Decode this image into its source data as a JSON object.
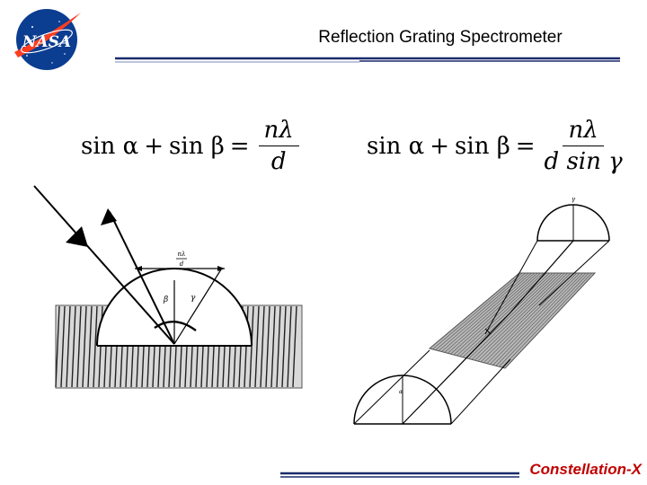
{
  "header": {
    "title": "Reflection Grating Spectrometer",
    "logo_text": "NASA"
  },
  "equations": {
    "left": {
      "lhs_a": "sin α",
      "plus": "+",
      "lhs_b": "sin β",
      "equals": "=",
      "numerator": "nλ",
      "denominator": "d"
    },
    "right": {
      "lhs_a": "sin α",
      "plus": "+",
      "lhs_b": "sin β",
      "equals": "=",
      "numerator": "nλ",
      "denominator": "d sin γ"
    }
  },
  "diagram_left": {
    "label_fraction_num": "nλ",
    "label_fraction_den": "d",
    "label_beta": "β",
    "label_gamma": "γ"
  },
  "diagram_right": {
    "label_gamma": "γ",
    "label_alpha": "α"
  },
  "footer": {
    "label": "Constellation-X"
  },
  "colors": {
    "footer_text": "#c00000",
    "rule_navy": "#1a2a6c",
    "nasa_blue": "#0b3d91",
    "nasa_red": "#fc3d21"
  }
}
